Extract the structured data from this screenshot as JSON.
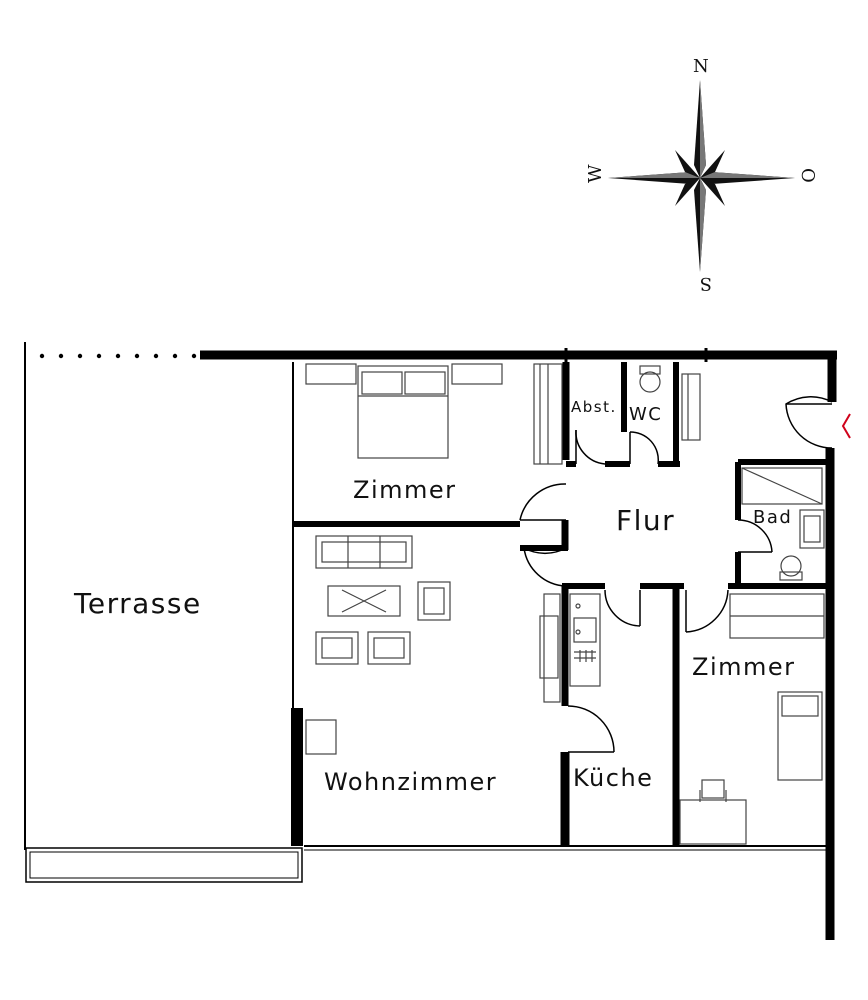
{
  "compass": {
    "north": "N",
    "east": "O",
    "south": "S",
    "west": "W"
  },
  "rooms": {
    "terrace": "Terrasse",
    "bedroom_top": "Zimmer",
    "storage": "Abst.",
    "wc": "WC",
    "hallway": "Flur",
    "bath": "Bad",
    "living": "Wohnzimmer",
    "kitchen": "Küche",
    "bedroom_right": "Zimmer"
  },
  "colors": {
    "wall": "#000000",
    "entrance_marker": "#d0021b"
  }
}
